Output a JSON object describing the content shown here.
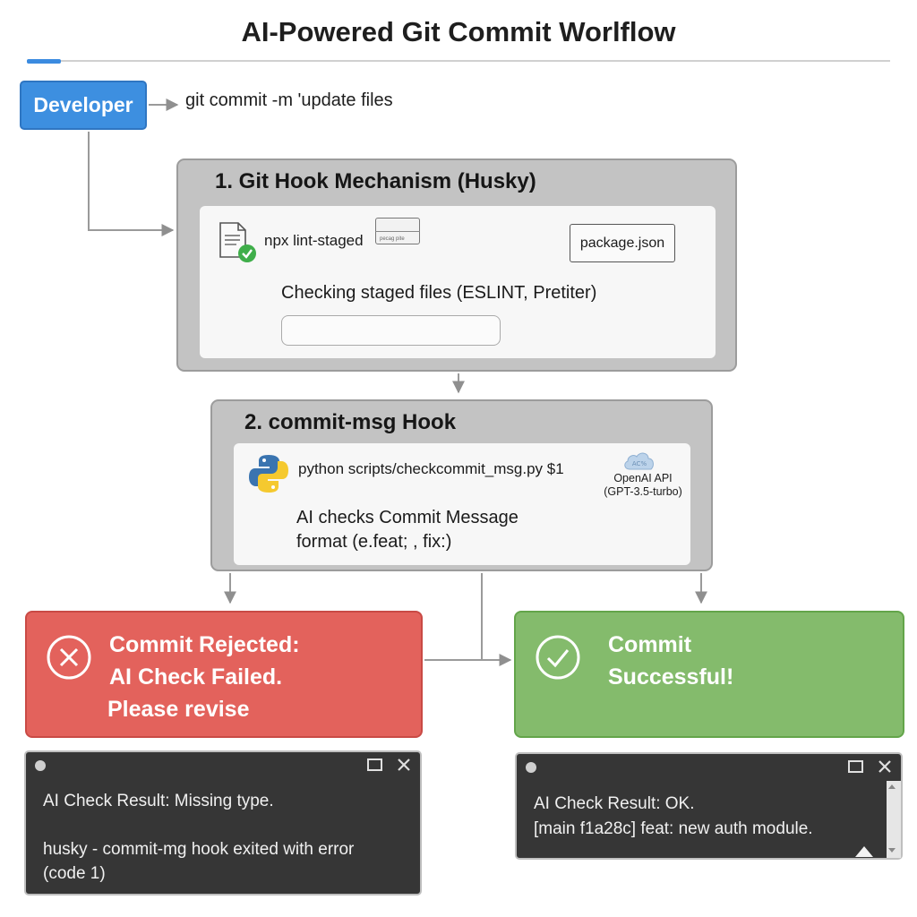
{
  "title": "AI-Powered Git Commit Worlflow",
  "developer": {
    "label": "Developer",
    "command": "git commit -m 'update files"
  },
  "husky": {
    "title": "1. Git Hook Mechanism (Husky)",
    "lint_label": "npx lint-staged",
    "mini_box_label": "pecag pite",
    "package_label": "package.json",
    "checking_text": "Checking staged files (ESLINT, Pretiter)"
  },
  "commitmsg": {
    "title": "2. commit-msg Hook",
    "python_command": "python scripts/checkcommit_msg.py $1",
    "api_cloud_label": "AC%",
    "api_line1": "OpenAI API",
    "api_line2": "(GPT-3.5-turbo)",
    "ai_line1": "AI checks Commit Message",
    "ai_line2": "format (e.feat; , fix:)"
  },
  "rejected": {
    "line1": "Commit Rejected:",
    "line2": "AI Check Failed.",
    "line3": "Please revise"
  },
  "success": {
    "line1": "Commit",
    "line2": "Successful!"
  },
  "terminal_left": {
    "line1": "AI Check Result: Missing type.",
    "line2a": "husky - commit-mg hook exited with error",
    "line2b": "(code 1)"
  },
  "terminal_right": {
    "line1": "AI Check Result: OK.",
    "line2": "[main f1a28c] feat: new auth module."
  },
  "colors": {
    "developer": "#3d8fe0",
    "rejected": "#e3625c",
    "success": "#84bb6c",
    "terminal": "#363636",
    "panel": "#c3c3c3"
  }
}
